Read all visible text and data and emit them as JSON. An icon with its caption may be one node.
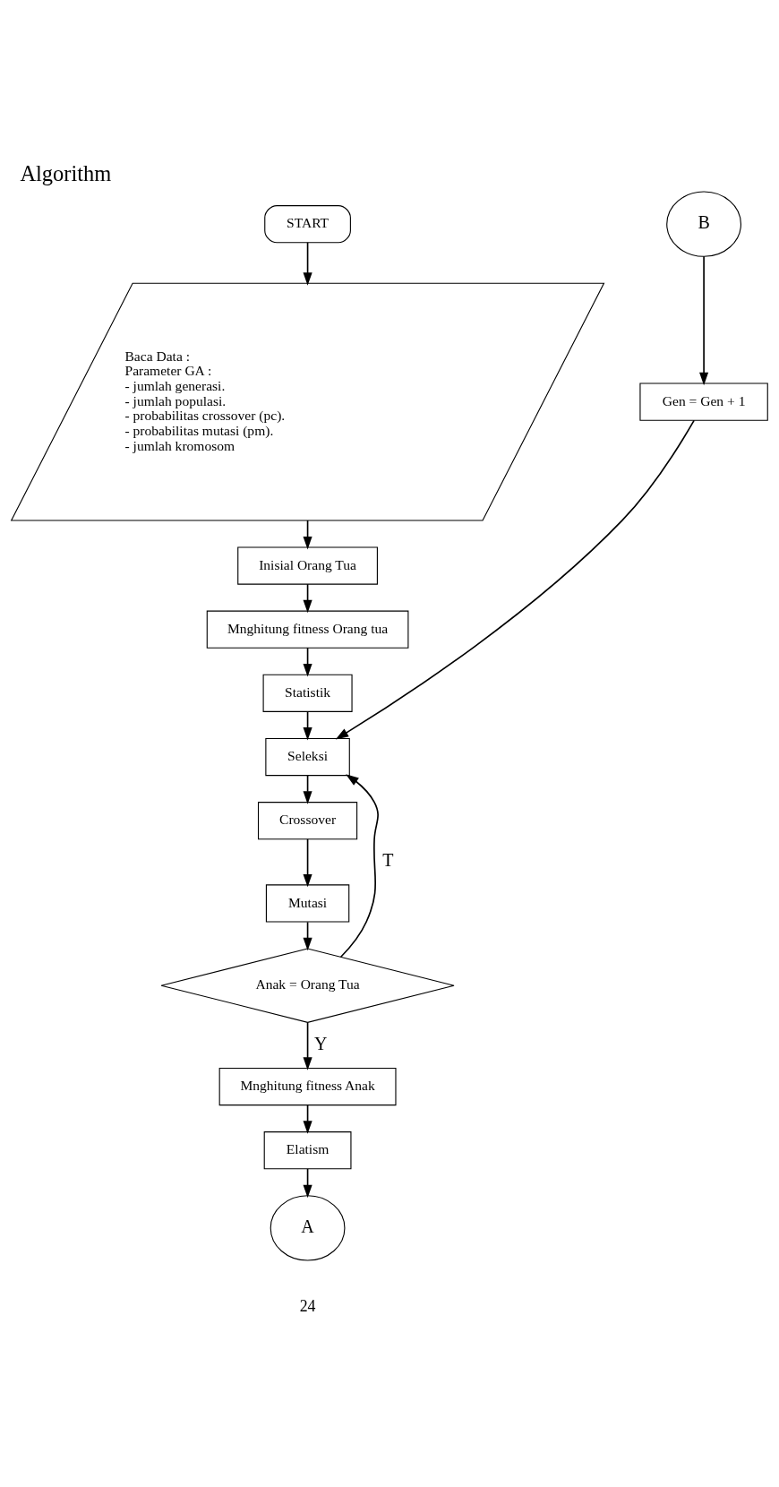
{
  "diagram": {
    "title": "Algorithm",
    "nodes": [
      {
        "text": [
          "START"
        ]
      },
      {
        "text": [
          "Baca Data :",
          "Parameter GA :",
          "- jumlah generasi.",
          "- jumlah populasi.",
          "- probabilitas crossover (pc).",
          "- probabilitas mutasi (pm).",
          "- jumlah kromosom"
        ]
      },
      {
        "text": [
          "Inisial Orang Tua"
        ]
      },
      {
        "text": [
          "Mnghitung fitness Orang tua"
        ]
      },
      {
        "text": [
          "Statistik"
        ]
      },
      {
        "text": [
          "Seleksi"
        ]
      },
      {
        "text": [
          "Crossover"
        ]
      },
      {
        "text": [
          "Mutasi"
        ]
      },
      {
        "text": [
          "Anak = Orang Tua"
        ]
      },
      {
        "text": [
          "Mnghitung fitness Anak"
        ]
      },
      {
        "text": [
          "Elatism"
        ]
      },
      {
        "text": [
          "A"
        ]
      },
      {
        "text": [
          "B"
        ]
      },
      {
        "text": [
          "Gen = Gen + 1"
        ]
      }
    ],
    "edges": [
      {
        "from": 0,
        "to": 1,
        "arrow": "to"
      },
      {
        "from": 1,
        "to": 2,
        "arrow": "to"
      },
      {
        "from": 2,
        "to": 3,
        "arrow": "to"
      },
      {
        "from": 3,
        "to": 4,
        "arrow": "to"
      },
      {
        "from": 4,
        "to": 5,
        "arrow": "to"
      },
      {
        "from": 5,
        "to": 6,
        "arrow": "to"
      },
      {
        "from": 6,
        "to": 7,
        "arrow": "to"
      },
      {
        "from": 7,
        "to": 8,
        "arrow": "to"
      },
      {
        "from": 8,
        "to": 9,
        "arrow": "to",
        "label": "Y"
      },
      {
        "from": 9,
        "to": 10,
        "arrow": "to"
      },
      {
        "from": 10,
        "to": 11,
        "arrow": "to"
      },
      {
        "from": 12,
        "to": 13,
        "arrow": "to"
      },
      {
        "from": 13,
        "to": 5,
        "arrow": "to"
      },
      {
        "from": 8,
        "to": 5,
        "arrow": "to",
        "label": "T"
      }
    ],
    "labels": [
      "24"
    ]
  }
}
